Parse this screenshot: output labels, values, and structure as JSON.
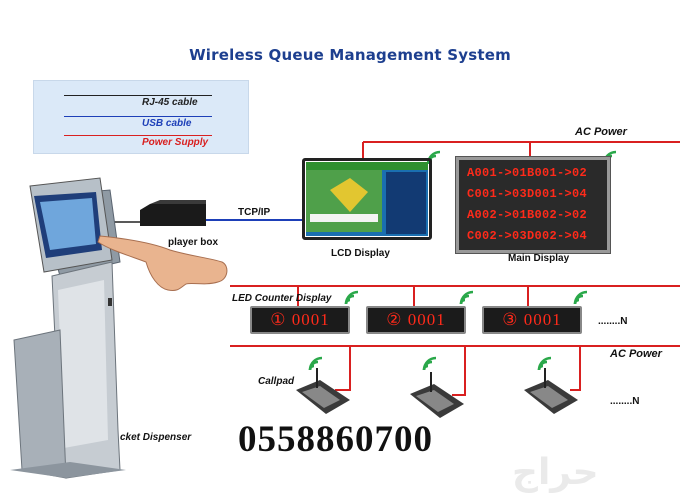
{
  "title": "Wireless Queue Management System",
  "legend": {
    "items": [
      {
        "label": "RJ-45 cable",
        "color": "#222222"
      },
      {
        "label": "USB cable",
        "color": "#1d3fb8"
      },
      {
        "label": "Power Supply",
        "color": "#d92020"
      }
    ]
  },
  "labels": {
    "ac_power_top": "AC Power",
    "ac_power_mid": "AC Power",
    "tcp_ip": "TCP/IP",
    "player_box": "player box",
    "lcd_display": "LCD Display",
    "main_display": "Main Display",
    "led_counter_display": "LED Counter Display",
    "callpad": "Callpad",
    "ticket_dispenser": "cket Dispenser",
    "dots_n_top": "........N",
    "dots_n_bottom": "........N"
  },
  "main_display_rows": [
    "A001->01B001->02",
    "C001->03D001->04",
    "A002->01B002->02",
    "C002->03D002->04"
  ],
  "counters": [
    {
      "text": "① 0001"
    },
    {
      "text": "② 0001"
    },
    {
      "text": "③ 0001"
    }
  ],
  "phone": "0558860700",
  "watermark": "حراج",
  "colors": {
    "power": "#d92020",
    "cable": "#1d3fb8",
    "led": "#ff2a1a",
    "title": "#1d3f8f",
    "wifi": "#2aa84a"
  }
}
